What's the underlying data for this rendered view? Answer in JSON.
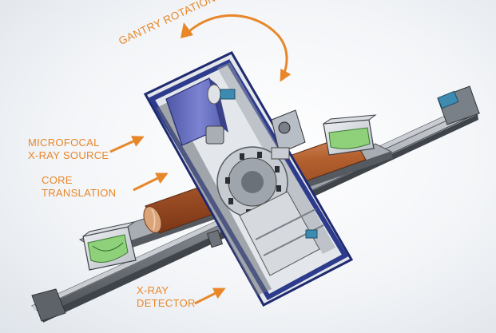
{
  "labels": {
    "source": [
      "MICROFOCAL",
      "X-RAY SOURCE"
    ],
    "core": [
      "CORE",
      "TRANSLATION"
    ],
    "detector": [
      "X-RAY",
      "DETECTOR"
    ],
    "gantry": "GANTRY ROTATION"
  },
  "colors": {
    "annotation": "#e8872a",
    "frame_blue": "#2d3b8c",
    "core_copper": "#a8542a",
    "rail_gray": "#7b8087",
    "lens_green": "#8fd07a",
    "source_box": "#6f78c8"
  }
}
